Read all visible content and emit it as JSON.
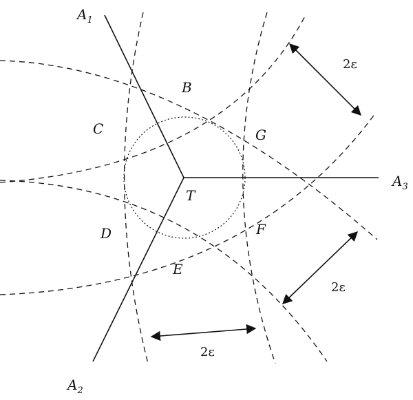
{
  "labels": {
    "a1": {
      "main": "A",
      "sub": "1"
    },
    "a2": {
      "main": "A",
      "sub": "2"
    },
    "a3": {
      "main": "A",
      "sub": "3"
    },
    "t": "T",
    "b": "B",
    "c": "C",
    "d": "D",
    "e": "E",
    "f": "F",
    "g": "G"
  },
  "dimensions": {
    "top_right": "2ε",
    "bottom_right": "2ε",
    "bottom": "2ε"
  }
}
